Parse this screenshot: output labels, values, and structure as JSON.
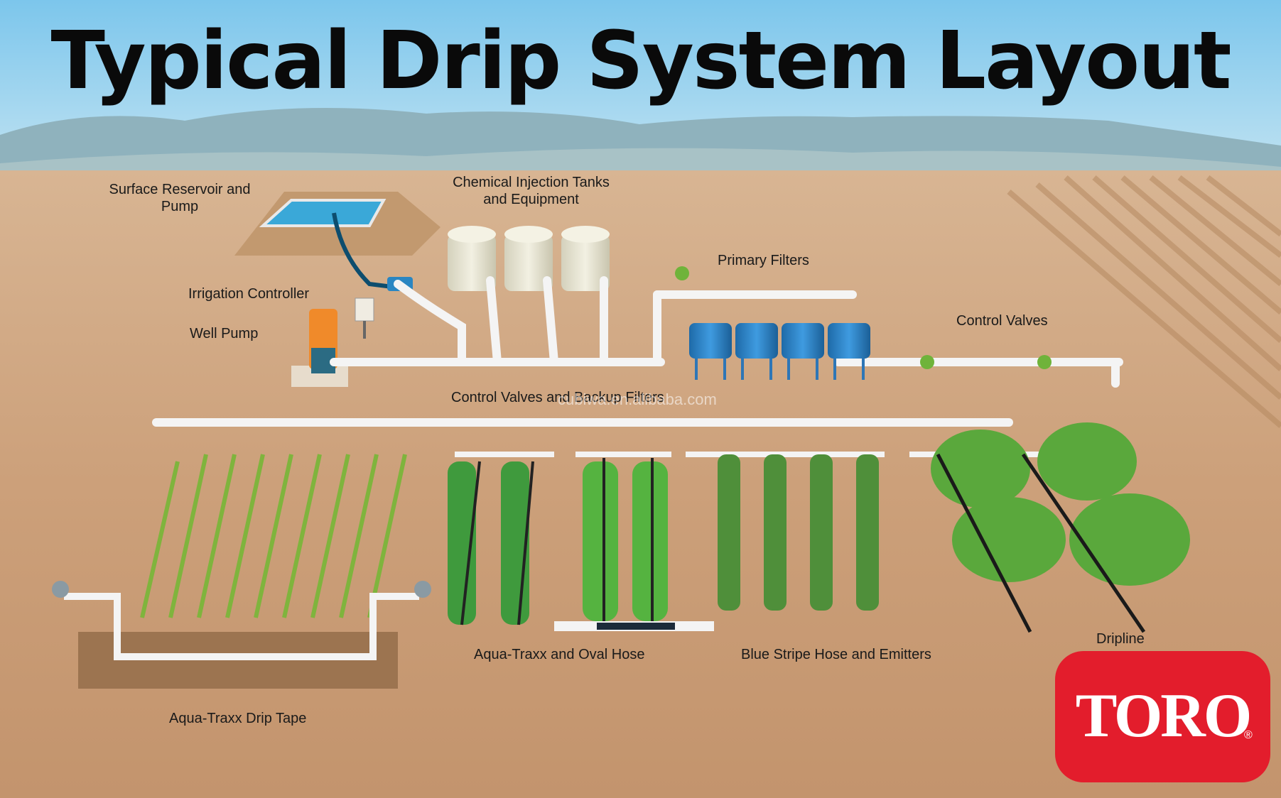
{
  "title": "Typical Drip System Layout",
  "labels": {
    "reservoir": "Surface Reservoir and\nPump",
    "chemical": "Chemical Injection Tanks\nand Equipment",
    "primary_filters": "Primary Filters",
    "controller": "Irrigation Controller",
    "well_pump": "Well Pump",
    "control_valves": "Control Valves",
    "backup_filters": "Control Valves and Backup Filters",
    "oval_hose": "Aqua-Traxx and Oval Hose",
    "blue_stripe": "Blue Stripe Hose and Emitters",
    "dripline": "Dripline",
    "drip_tape": "Aqua-Traxx Drip Tape"
  },
  "watermark": "cubiwa.en.alibaba.com",
  "logo": {
    "text": "TORO",
    "mark": "®",
    "color": "#e31d2c"
  },
  "colors": {
    "sky": "#9fd3ee",
    "mountains": "#86adba",
    "soil": "#c79a73",
    "pipe": "#f3f3f3",
    "filter": "#2f86c9",
    "tank": "#eae7d6",
    "plant": "#5aa83c"
  }
}
